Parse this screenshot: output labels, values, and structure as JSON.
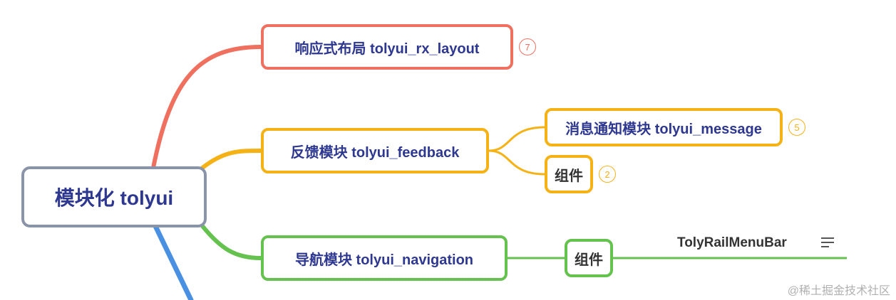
{
  "root": {
    "label": "模块化 tolyui"
  },
  "branches": {
    "responsive": {
      "label": "响应式布局  tolyui_rx_layout",
      "count": "7",
      "color": "#f07060"
    },
    "feedback": {
      "label": "反馈模块 tolyui_feedback",
      "color": "#f5b216",
      "children": {
        "message": {
          "label": "消息通知模块  tolyui_message",
          "count": "5"
        },
        "component": {
          "label": "组件",
          "count": "2"
        }
      }
    },
    "navigation": {
      "label": "导航模块 tolyui_navigation",
      "color": "#66c24f",
      "children": {
        "component": {
          "label": "组件",
          "leaf": {
            "label": "TolyRailMenuBar",
            "icon": "menu-lines-icon"
          }
        }
      }
    },
    "hidden": {
      "color": "#4a90e2"
    }
  },
  "watermark": "@稀土掘金技术社区"
}
